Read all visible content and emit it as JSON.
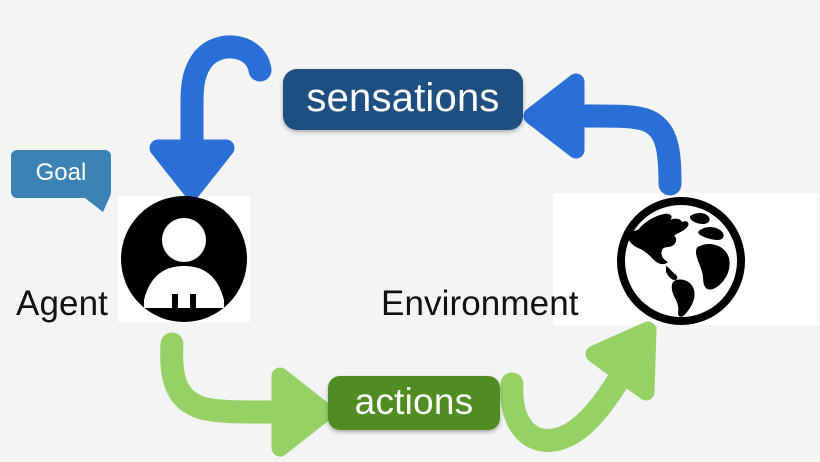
{
  "diagram": {
    "title": "agent-environment interaction loop",
    "background_color": "#f4f4f4"
  },
  "nodes": [
    {
      "id": "agent",
      "label": "Agent",
      "icon": "person-icon",
      "icon_colors": {
        "disc": "#000000",
        "figure": "#ffffff"
      }
    },
    {
      "id": "environment",
      "label": "Environment",
      "icon": "globe-icon",
      "icon_colors": {
        "outline": "#000000",
        "land": "#000000",
        "ocean": "#ffffff"
      }
    }
  ],
  "annotation": {
    "goal_label": "Goal",
    "goal_color": "#3d82b5",
    "goal_text_color": "#ffffff"
  },
  "edges": [
    {
      "id": "sensations",
      "label": "sensations",
      "from": "environment",
      "to": "agent",
      "pill_color": "#1e4f80",
      "arrow_color": "#2a6fd6",
      "text_color": "#ffffff"
    },
    {
      "id": "actions",
      "label": "actions",
      "from": "agent",
      "to": "environment",
      "pill_color": "#4f8c22",
      "arrow_color": "#93d濃",
      "arrow_color_hex": "#95d濃",
      "text_color": "#ffffff"
    }
  ],
  "labels": {
    "agent": "Agent",
    "environment": "Environment",
    "sensations": "sensations",
    "actions": "actions",
    "goal": "Goal"
  },
  "colors": {
    "background": "#f4f4f4",
    "blue_arrow": "#2a6fd6",
    "blue_pill": "#1e4f80",
    "goal_blue": "#3d82b5",
    "green_arrow": "#96d165",
    "green_pill": "#4f8c22",
    "black": "#000000",
    "white": "#ffffff",
    "text": "#111111"
  }
}
